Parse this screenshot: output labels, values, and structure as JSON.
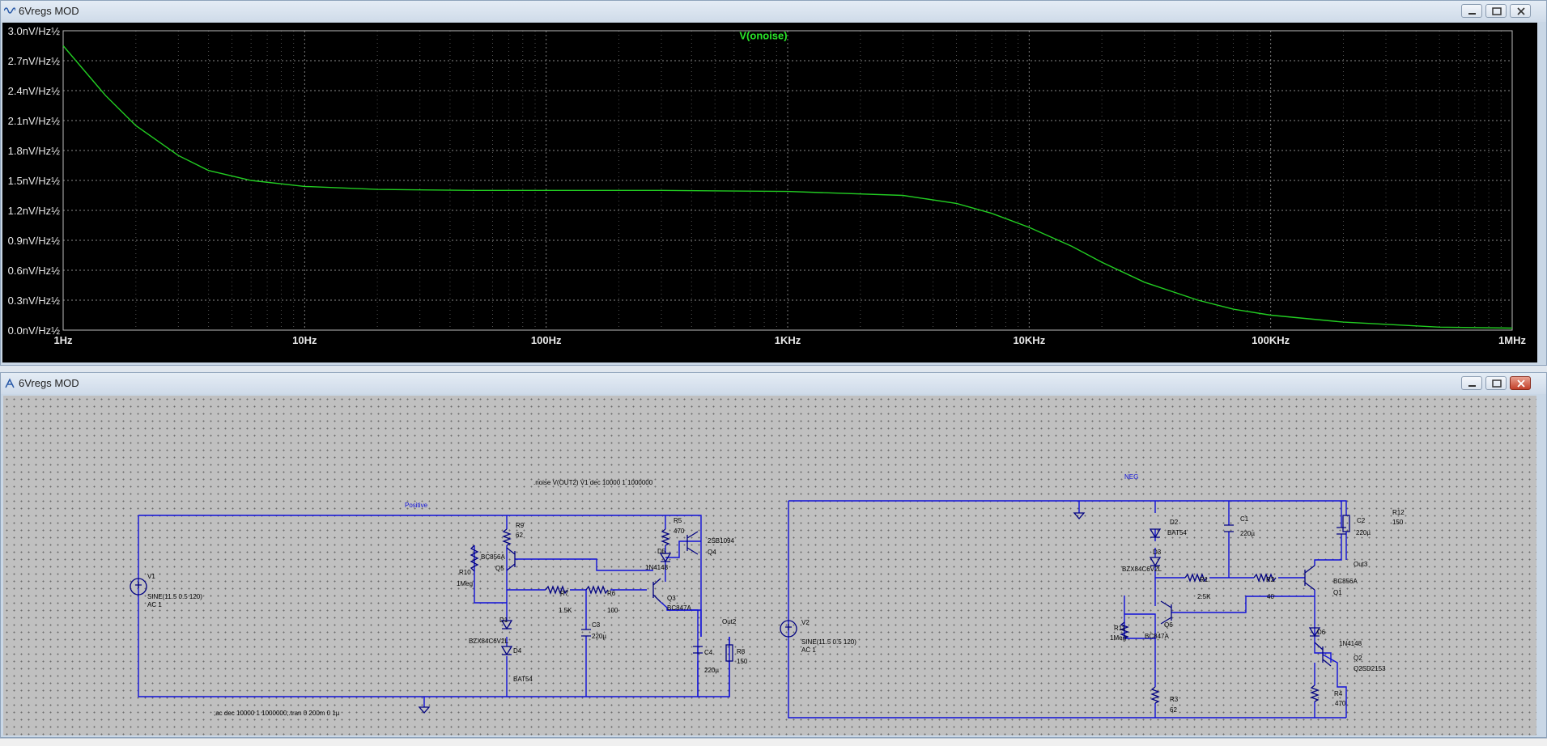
{
  "plot_window": {
    "title": "6Vregs MOD",
    "trace_name": "V(onoise)"
  },
  "schematic_window": {
    "title": "6Vregs MOD",
    "directives": {
      "noise": ".noise V(OUT2) V1 dec 10000 1 1000000",
      "ac": ";ac dec 10000 1 1000000;.tran 0 200m 0 1µ"
    },
    "nets": {
      "positive": "Positive",
      "neg": "NEG",
      "out2": "Out2",
      "out3": "Out3"
    },
    "components": {
      "V1": {
        "name": "V1",
        "value": "SINE(11.5 0.5 120)",
        "ac": "AC 1"
      },
      "V2": {
        "name": "V2",
        "value": "SINE(11.5 0.5 120)",
        "ac": "AC 1"
      },
      "R9": {
        "name": "R9",
        "value": "62"
      },
      "R5": {
        "name": "R5",
        "value": "470"
      },
      "Q4": {
        "name": "Q4",
        "value": "2SB1094"
      },
      "D5": {
        "name": "D5",
        "value": "1N4148"
      },
      "Q5": {
        "name": "Q5",
        "value": "BC856A"
      },
      "R10": {
        "name": "R10",
        "value": "1Meg"
      },
      "R7": {
        "name": "R7",
        "value": "1.5K"
      },
      "R6": {
        "name": "R6",
        "value": "100"
      },
      "Q3": {
        "name": "Q3",
        "value": "BC847A"
      },
      "D1": {
        "name": "D1",
        "value": "BZX84C6V2L"
      },
      "D4": {
        "name": "D4",
        "value": "BAT54"
      },
      "C3": {
        "name": "C3",
        "value": "220µ"
      },
      "C4": {
        "name": "C4",
        "value": "220µ"
      },
      "R8": {
        "name": "R8",
        "value": "150"
      },
      "D2": {
        "name": "D2",
        "value": "BAT54"
      },
      "D3": {
        "name": "D3",
        "value": "BZX84C6V2L"
      },
      "C1": {
        "name": "C1",
        "value": "220µ"
      },
      "C2": {
        "name": "C2",
        "value": "220µ"
      },
      "R12": {
        "name": "R12",
        "value": "150"
      },
      "R1": {
        "name": "R1",
        "value": "2.5K"
      },
      "R2": {
        "name": "R2",
        "value": "40"
      },
      "Q1": {
        "name": "Q1",
        "value": "BC856A"
      },
      "R11": {
        "name": "R11",
        "value": "1Meg"
      },
      "Q6": {
        "name": "Q6",
        "value": "BC847A"
      },
      "D6": {
        "name": "D6",
        "value": "1N4148"
      },
      "Q2": {
        "name": "Q2",
        "value": "Q2SD2153"
      },
      "R4": {
        "name": "R4",
        "value": "470"
      },
      "R3": {
        "name": "R3",
        "value": "62"
      }
    }
  },
  "colors": {
    "trace": "#22cc22",
    "trace_label": "#29e629",
    "axis_text": "#e8e8e8",
    "grid": "#8a8a8a",
    "wire": "#1010d8",
    "component": "#000080",
    "schematic_text": "#000000"
  },
  "chart_data": {
    "type": "line",
    "xscale": "log",
    "xlim": [
      1,
      1000000
    ],
    "ylim": [
      0,
      3.0
    ],
    "x_ticks": [
      "1Hz",
      "10Hz",
      "100Hz",
      "1KHz",
      "10KHz",
      "100KHz",
      "1MHz"
    ],
    "y_ticks": [
      "0.0nV/Hz½",
      "0.3nV/Hz½",
      "0.6nV/Hz½",
      "0.9nV/Hz½",
      "1.2nV/Hz½",
      "1.5nV/Hz½",
      "1.8nV/Hz½",
      "2.1nV/Hz½",
      "2.4nV/Hz½",
      "2.7nV/Hz½",
      "3.0nV/Hz½"
    ],
    "y_tick_values": [
      0,
      0.3,
      0.6,
      0.9,
      1.2,
      1.5,
      1.8,
      2.1,
      2.4,
      2.7,
      3.0
    ],
    "grid": true,
    "series": [
      {
        "name": "V(onoise)",
        "x": [
          1,
          1.5,
          2,
          3,
          4,
          6,
          10,
          20,
          50,
          100,
          300,
          1000,
          3000,
          5000,
          7000,
          10000,
          15000,
          20000,
          30000,
          50000,
          70000,
          100000,
          200000,
          500000,
          1000000
        ],
        "y": [
          2.85,
          2.35,
          2.05,
          1.75,
          1.6,
          1.5,
          1.44,
          1.41,
          1.4,
          1.4,
          1.4,
          1.39,
          1.35,
          1.27,
          1.17,
          1.03,
          0.84,
          0.68,
          0.48,
          0.3,
          0.21,
          0.15,
          0.08,
          0.03,
          0.02
        ]
      }
    ]
  }
}
